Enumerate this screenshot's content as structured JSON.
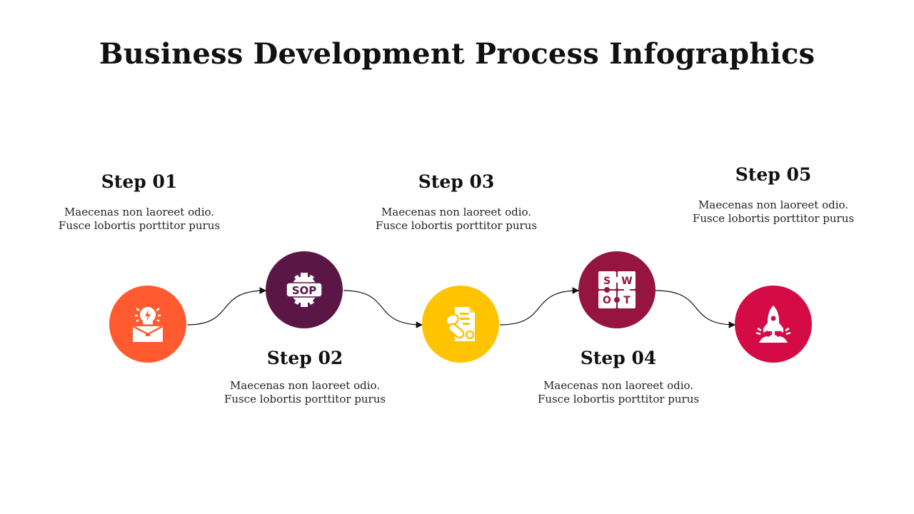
{
  "title": "Business Development Process Infographics",
  "steps": [
    {
      "title": "Step 01",
      "line1": "Maecenas non laoreet odio.",
      "line2": "Fusce lobortis porttitor purus",
      "color": "#FF5A30",
      "icon": "lightbulb-briefcase-icon"
    },
    {
      "title": "Step 02",
      "line1": "Maecenas non laoreet odio.",
      "line2": "Fusce lobortis porttitor purus",
      "color": "#5A1746",
      "icon": "sop-gear-icon",
      "icon_text": "SOP"
    },
    {
      "title": "Step 03",
      "line1": "Maecenas non laoreet odio.",
      "line2": "Fusce lobortis porttitor purus",
      "color": "#FFC400",
      "icon": "document-pills-icon"
    },
    {
      "title": "Step 04",
      "line1": "Maecenas non laoreet odio.",
      "line2": "Fusce lobortis porttitor purus",
      "color": "#951440",
      "icon": "swot-puzzle-icon",
      "icon_letters": [
        "S",
        "W",
        "O",
        "T"
      ]
    },
    {
      "title": "Step 05",
      "line1": "Maecenas non laoreet odio.",
      "line2": "Fusce lobortis porttitor purus",
      "color": "#D40B45",
      "icon": "rocket-launch-icon"
    }
  ]
}
